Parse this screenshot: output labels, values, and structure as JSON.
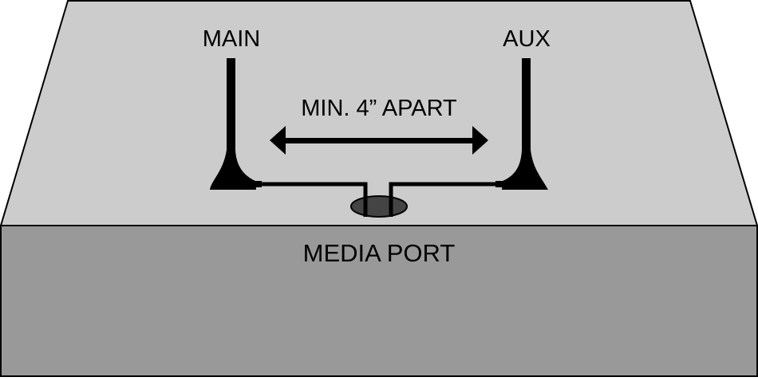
{
  "diagram": {
    "labels": {
      "main": "MAIN",
      "aux": "AUX",
      "spacing": "MIN. 4” APART",
      "port": "MEDIA PORT"
    },
    "colors": {
      "top_surface": "#cccccc",
      "front_face": "#999999",
      "outline": "#000000",
      "port_hole": "#444444",
      "antenna": "#000000"
    }
  }
}
